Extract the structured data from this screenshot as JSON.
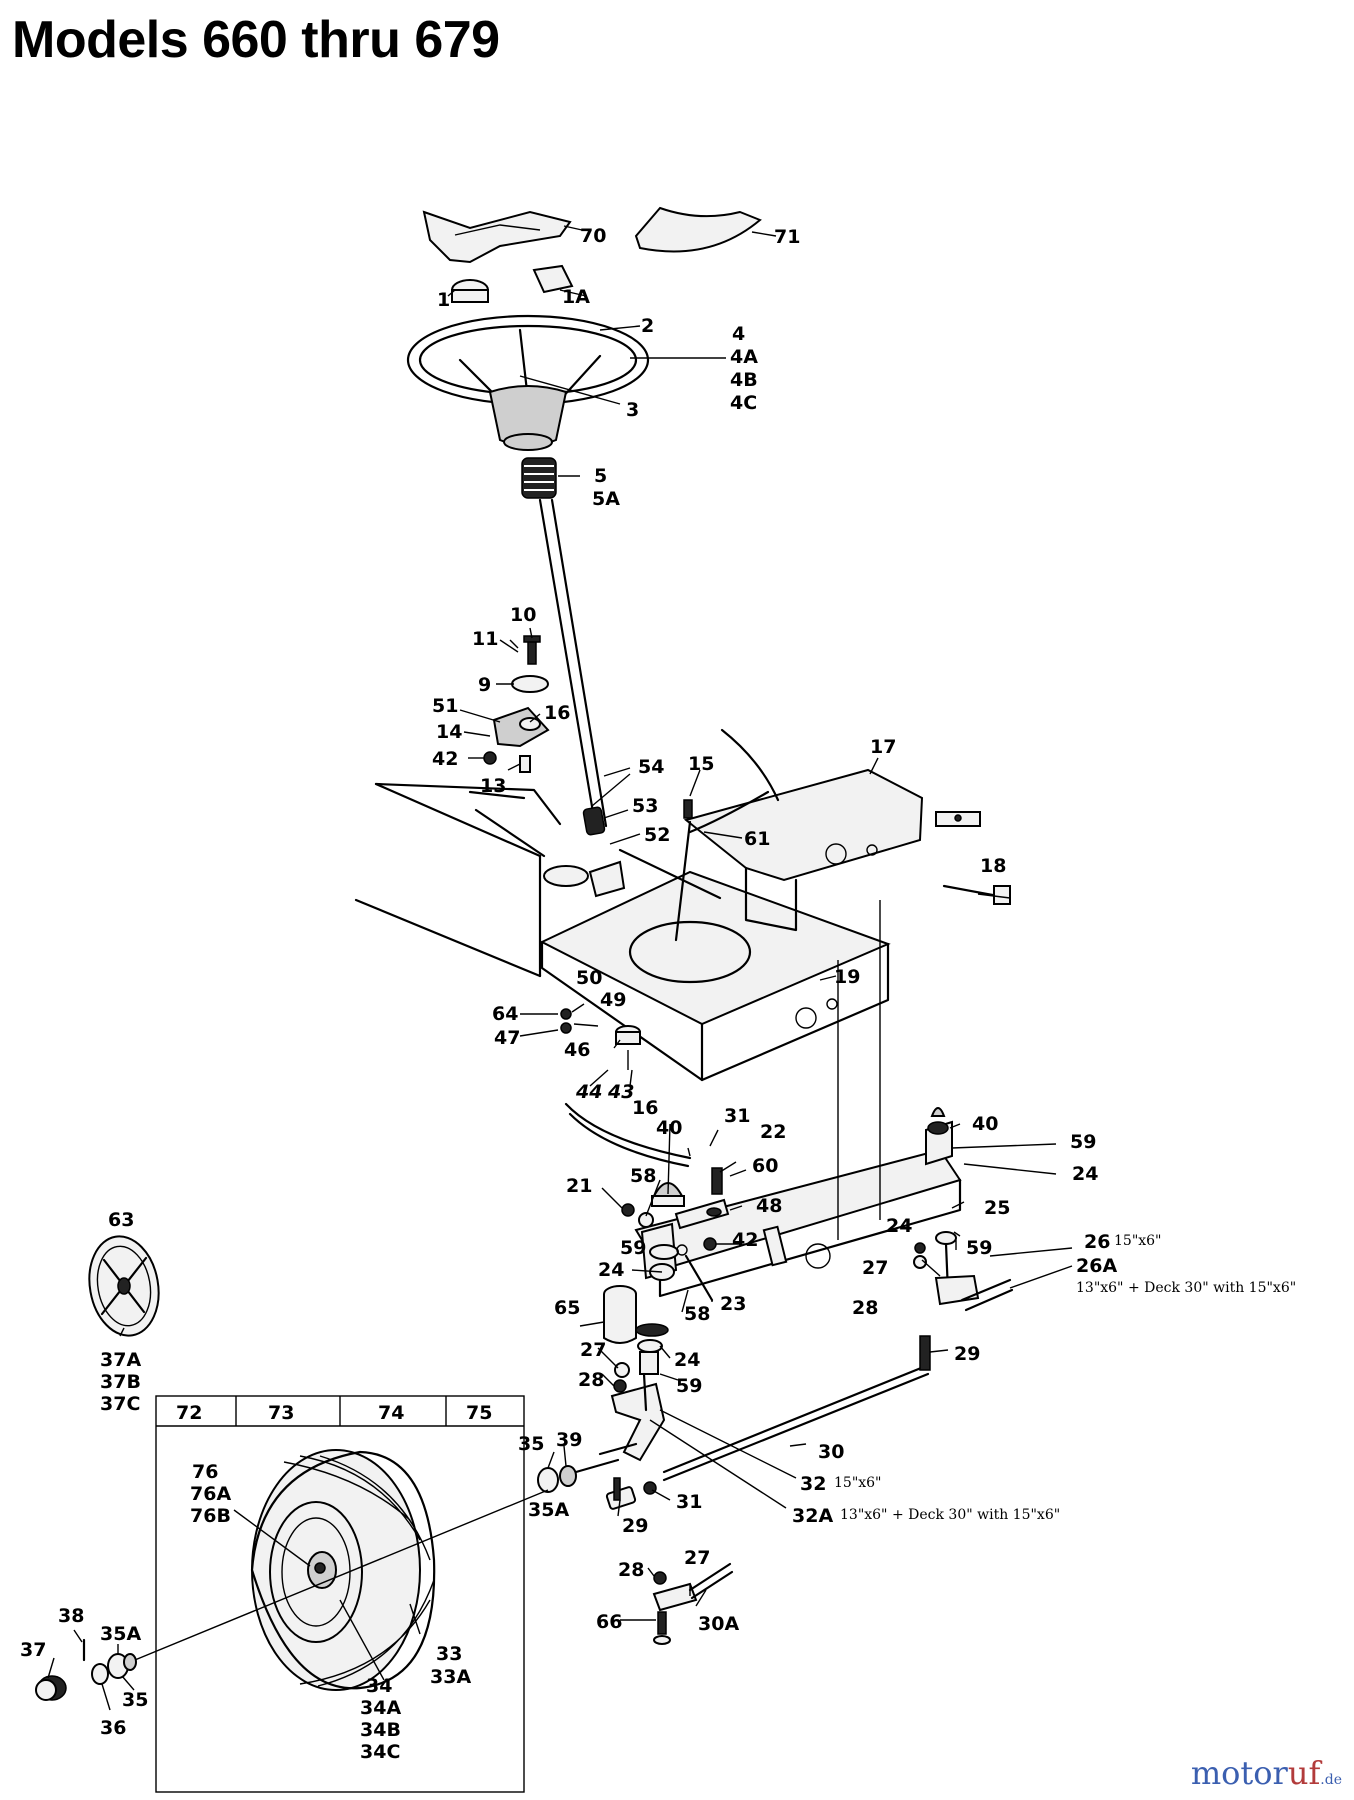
{
  "title": "Models 660 thru 679",
  "logo": {
    "brand_main": "motor",
    "brand_accent": "uf",
    "tld": ".de"
  },
  "table_headers": [
    "72",
    "73",
    "74",
    "75"
  ],
  "labels": {
    "l70": "70",
    "l71": "71",
    "l1": "1",
    "l1a": "1A",
    "l2": "2",
    "l4": "4",
    "l4a": "4A",
    "l4b": "4B",
    "l4c": "4C",
    "l3": "3",
    "l5": "5",
    "l5a": "5A",
    "l10": "10",
    "l11": "11",
    "l9": "9",
    "l51": "51",
    "l16a": "16",
    "l14": "14",
    "l42a": "42",
    "l13": "13",
    "l54": "54",
    "l15": "15",
    "l17": "17",
    "l53": "53",
    "l52": "52",
    "l61": "61",
    "l18": "18",
    "l19": "19",
    "l50": "50",
    "l49": "49",
    "l64": "64",
    "l47": "47",
    "l46": "46",
    "l44": "44",
    "l43": "43",
    "l16b": "16",
    "l40a": "40",
    "l31a": "31",
    "l22": "22",
    "l40b": "40",
    "l59a": "59",
    "l24a": "24",
    "l60": "60",
    "l21": "21",
    "l58a": "58",
    "l48": "48",
    "l25": "25",
    "l63": "63",
    "l42b": "42",
    "l59b": "59",
    "l24b": "24",
    "l26": "26",
    "l26a": "26A",
    "l59c": "59",
    "l24c": "24",
    "l27a": "27",
    "l58b": "58",
    "l23": "23",
    "l28a": "28",
    "l65": "65",
    "l27b": "27",
    "l24d": "24",
    "l29a": "29",
    "l28b": "28",
    "l59d": "59",
    "l37a": "37A",
    "l37b": "37B",
    "l37c": "37C",
    "l30": "30",
    "l35a": "35",
    "l39": "39",
    "l32": "32",
    "l76": "76",
    "l76a": "76A",
    "l76b": "76B",
    "l35A": "35A",
    "l31b": "31",
    "l32a": "32A",
    "l29b": "29",
    "l28c": "28",
    "l27c": "27",
    "l66": "66",
    "l30a": "30A",
    "l38": "38",
    "l37": "37",
    "l35Ab": "35A",
    "l35b": "35",
    "l36": "36",
    "l34": "34",
    "l34a": "34A",
    "l34b": "34B",
    "l34c": "34C",
    "l33": "33",
    "l33a": "33A"
  },
  "notes": {
    "n26": "15\"x6\"",
    "n26a": "13\"x6\" + Deck 30\" with 15\"x6\"",
    "n32": "15\"x6\"",
    "n32a": "13\"x6\" + Deck 30\" with 15\"x6\""
  }
}
